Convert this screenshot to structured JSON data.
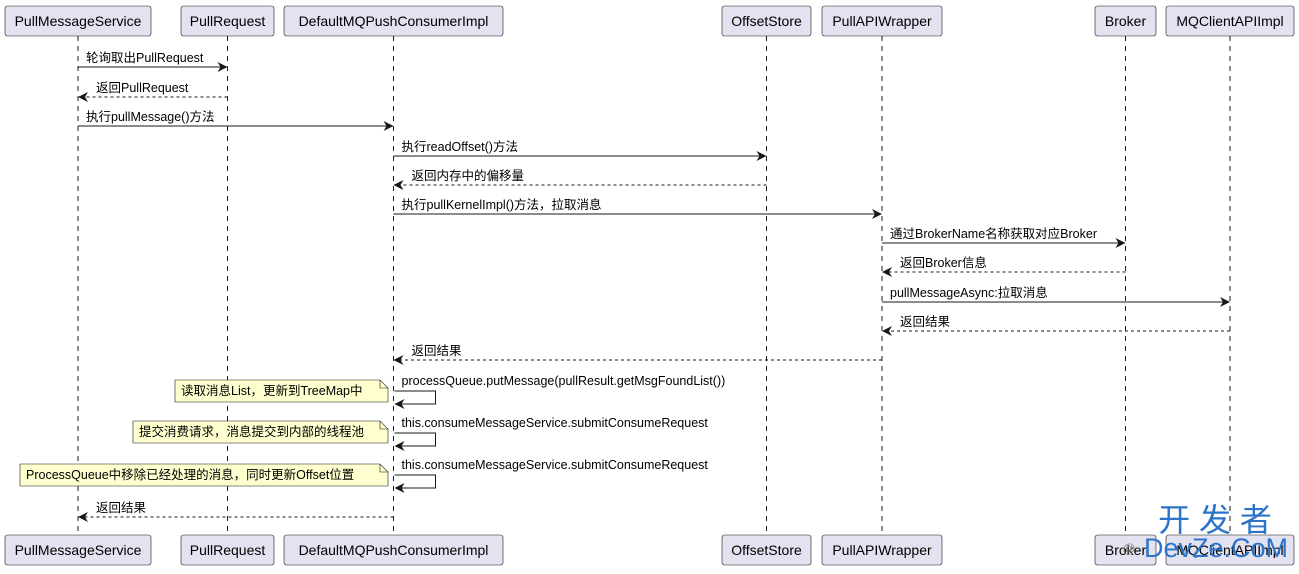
{
  "participants": [
    "PullMessageService",
    "PullRequest",
    "DefaultMQPushConsumerImpl",
    "OffsetStore",
    "PullAPIWrapper",
    "Broker",
    "MQClientAPIImpl"
  ],
  "messages": [
    {
      "from": "PullMessageService",
      "to": "PullRequest",
      "label": "轮询取出PullRequest",
      "dashed": false
    },
    {
      "from": "PullRequest",
      "to": "PullMessageService",
      "label": "返回PullRequest",
      "dashed": true
    },
    {
      "from": "PullMessageService",
      "to": "DefaultMQPushConsumerImpl",
      "label": "执行pullMessage()方法",
      "dashed": false
    },
    {
      "from": "DefaultMQPushConsumerImpl",
      "to": "OffsetStore",
      "label": "执行readOffset()方法",
      "dashed": false
    },
    {
      "from": "OffsetStore",
      "to": "DefaultMQPushConsumerImpl",
      "label": "返回内存中的偏移量",
      "dashed": true
    },
    {
      "from": "DefaultMQPushConsumerImpl",
      "to": "PullAPIWrapper",
      "label": "执行pullKernelImpl()方法，拉取消息",
      "dashed": false
    },
    {
      "from": "PullAPIWrapper",
      "to": "Broker",
      "label": "通过BrokerName名称获取对应Broker",
      "dashed": false
    },
    {
      "from": "Broker",
      "to": "PullAPIWrapper",
      "label": "返回Broker信息",
      "dashed": true
    },
    {
      "from": "PullAPIWrapper",
      "to": "MQClientAPIImpl",
      "label": "pullMessageAsync:拉取消息",
      "dashed": false
    },
    {
      "from": "MQClientAPIImpl",
      "to": "PullAPIWrapper",
      "label": "返回结果",
      "dashed": true
    },
    {
      "from": "PullAPIWrapper",
      "to": "DefaultMQPushConsumerImpl",
      "label": "返回结果",
      "dashed": true
    },
    {
      "from": "DefaultMQPushConsumerImpl",
      "to": "DefaultMQPushConsumerImpl",
      "label": "processQueue.putMessage(pullResult.getMsgFoundList())",
      "dashed": false,
      "note": "读取消息List，更新到TreeMap中"
    },
    {
      "from": "DefaultMQPushConsumerImpl",
      "to": "DefaultMQPushConsumerImpl",
      "label": "this.consumeMessageService.submitConsumeRequest",
      "dashed": false,
      "note": "提交消费请求，消息提交到内部的线程池"
    },
    {
      "from": "DefaultMQPushConsumerImpl",
      "to": "DefaultMQPushConsumerImpl",
      "label": "this.consumeMessageService.submitConsumeRequest",
      "dashed": false,
      "note": "ProcessQueue中移除已经处理的消息，同时更新Offset位置"
    },
    {
      "from": "DefaultMQPushConsumerImpl",
      "to": "PullMessageService",
      "label": "返回结果",
      "dashed": true
    }
  ],
  "watermark": {
    "top": "开 发 者",
    "bottom": "DevZe.CoM"
  },
  "colors": {
    "participant_fill": "#e2e2f0",
    "participant_stroke": "#181818",
    "note_fill": "#fefece",
    "line": "#181818",
    "lifeline": "#181818",
    "watermark": "#2b74c9"
  }
}
